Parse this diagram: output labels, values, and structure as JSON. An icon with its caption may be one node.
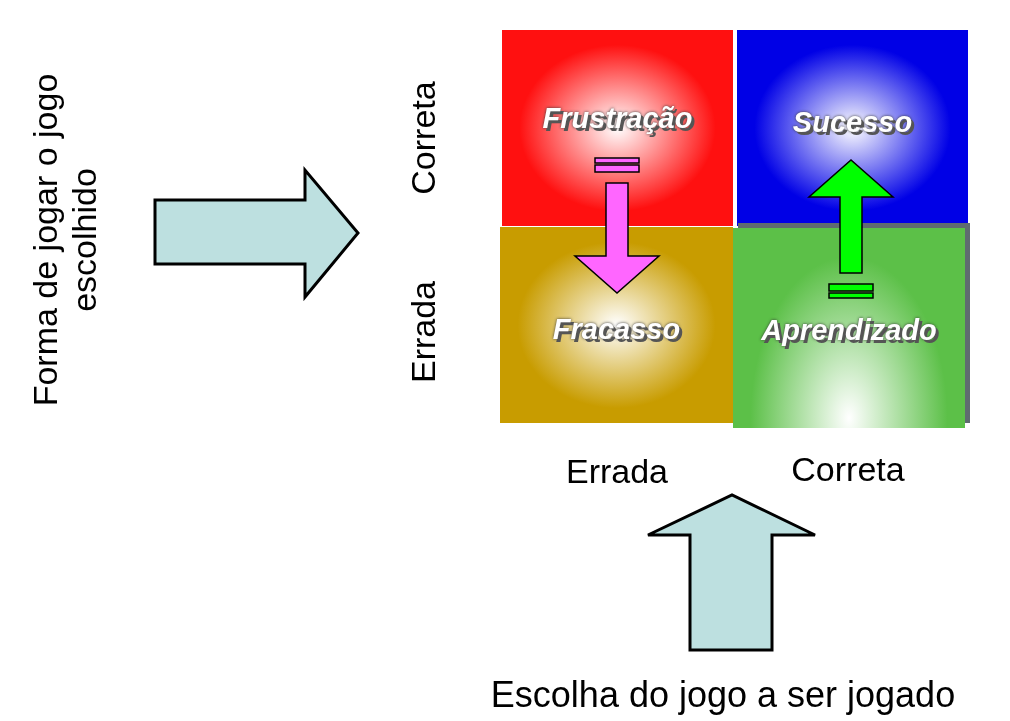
{
  "diagram": {
    "nodes": [
      {
        "text": [
          "Frustração"
        ]
      },
      {
        "text": [
          "Sucesso"
        ]
      },
      {
        "text": [
          "Fracasso"
        ]
      },
      {
        "text": [
          "Aprendizado"
        ]
      }
    ],
    "edges": [
      {
        "from": 0,
        "to": 2,
        "arrow": "to",
        "style": "thick",
        "color": "#ff66ff"
      },
      {
        "from": 3,
        "to": 1,
        "arrow": "to",
        "style": "thick",
        "color": "#00ff00"
      }
    ],
    "labels": [
      "Forma de jogar o jogo escolhido",
      "Correta",
      "Errada",
      "Errada",
      "Correta",
      "Escolha do jogo a ser jogado"
    ]
  }
}
